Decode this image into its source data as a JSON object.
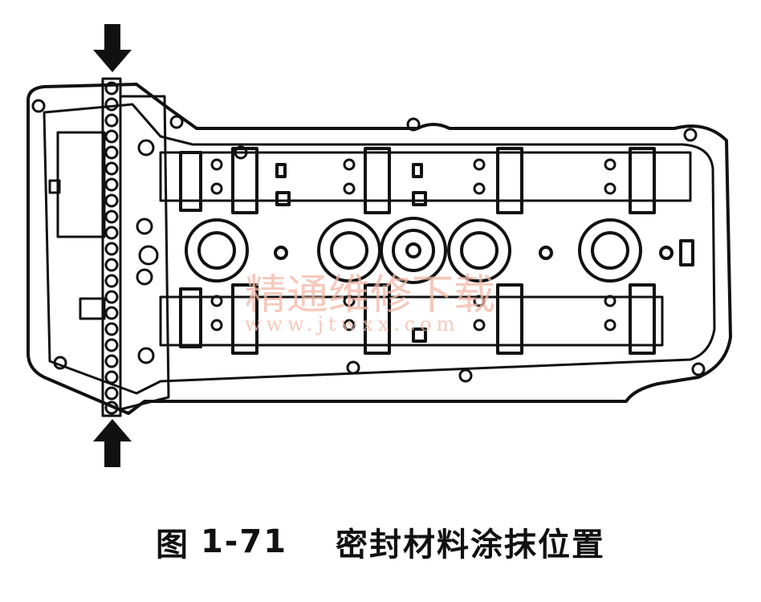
{
  "caption": {
    "figure_label": "图",
    "figure_number": "1-71",
    "title": "密封材料涂抹位置"
  },
  "watermark": {
    "chinese": "精通维修下载",
    "url": "www.jtwxx.com"
  },
  "colors": {
    "ink": "#111111",
    "background": "#ffffff",
    "watermark": "#f2b8a6"
  },
  "icons": [
    "arrow-down-icon",
    "arrow-up-icon"
  ]
}
